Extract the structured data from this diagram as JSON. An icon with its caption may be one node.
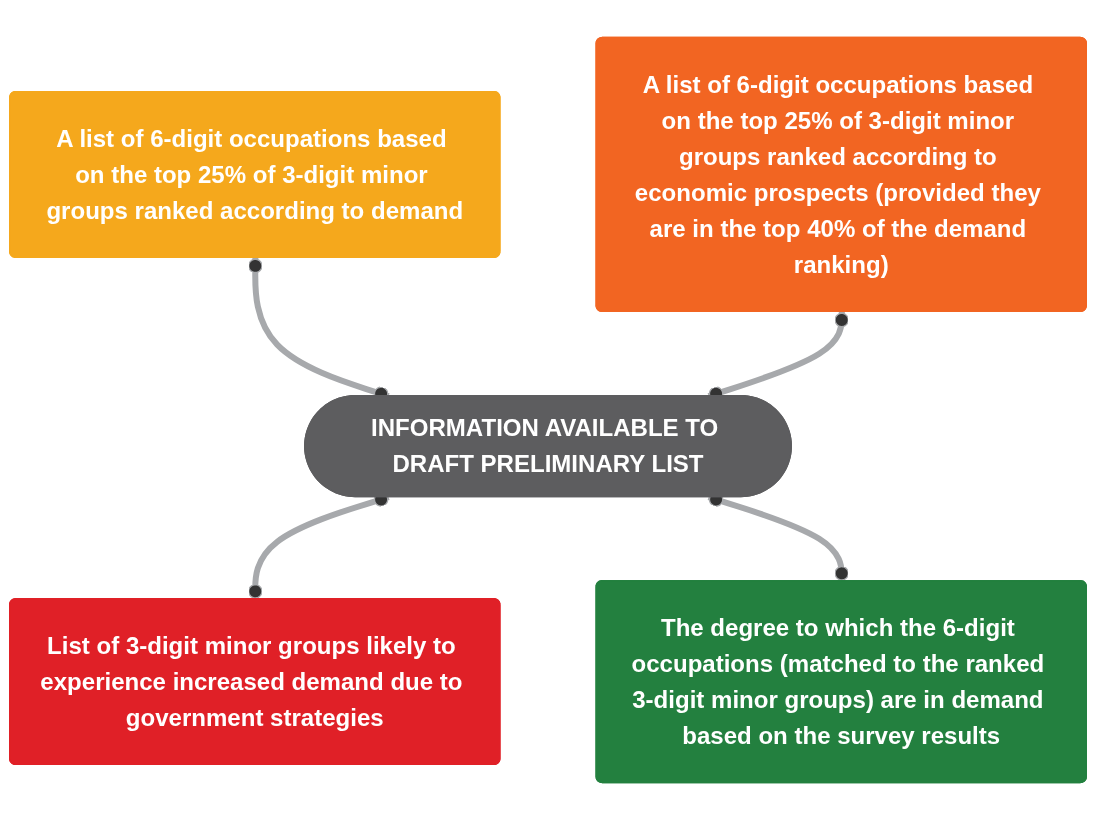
{
  "diagram": {
    "nodes": [
      {
        "text": [
          "A list of 6-digit occupations based on the top 25% of 3-digit minor groups ranked according to demand"
        ]
      },
      {
        "text": [
          "A list of 6-digit occupations based on the top 25% of 3-digit minor groups ranked according to economic prospects (provided they are in the top 40% of the demand ranking)"
        ]
      },
      {
        "text": [
          "INFORMATION AVAILABLE TO DRAFT PRELIMINARY LIST"
        ]
      },
      {
        "text": [
          "List of 3-digit minor groups likely to experience increased demand due to government strategies"
        ]
      },
      {
        "text": [
          "The degree to which the 6-digit occupations (matched to the ranked 3-digit minor groups) are in demand based on the survey results"
        ]
      }
    ],
    "edges": [
      {
        "from": 0,
        "to": 2,
        "arrow": "other"
      },
      {
        "from": 1,
        "to": 2,
        "arrow": "other"
      },
      {
        "from": 2,
        "to": 3,
        "arrow": "other"
      },
      {
        "from": 2,
        "to": 4,
        "arrow": "other"
      }
    ]
  }
}
